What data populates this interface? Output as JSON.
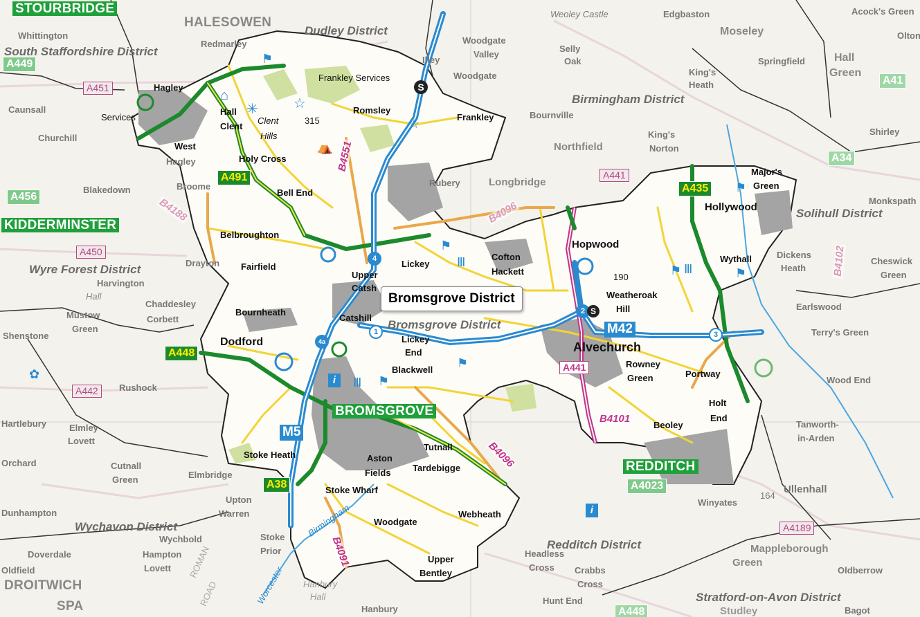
{
  "callout": {
    "text": "Bromsgrove District"
  },
  "districts": [
    {
      "id": "dudley",
      "text": "Dudley District"
    },
    {
      "id": "s-staffs",
      "text": "South Staffordshire District"
    },
    {
      "id": "birmingham",
      "text": "Birmingham District"
    },
    {
      "id": "solihull",
      "text": "Solihull District"
    },
    {
      "id": "wyre-forest",
      "text": "Wyre Forest District"
    },
    {
      "id": "bromsgrove",
      "text": "Bromsgrove District"
    },
    {
      "id": "wychavon",
      "text": "Wychavon District"
    },
    {
      "id": "redditch",
      "text": "Redditch District"
    },
    {
      "id": "stratford",
      "text": "Stratford-on-Avon District"
    }
  ],
  "big_towns": [
    {
      "id": "bromsgrove",
      "text": "BROMSGROVE"
    },
    {
      "id": "kidderminster",
      "text": "KIDDERMINSTER"
    },
    {
      "id": "redditch",
      "text": "REDDITCH"
    },
    {
      "id": "halesowen",
      "text": "HALESOWEN"
    },
    {
      "id": "stourbridge",
      "text": "STOURBRIDGE"
    },
    {
      "id": "droitwich",
      "text": "DROITWICH"
    },
    {
      "id": "spa",
      "text": "SPA"
    }
  ],
  "places": [
    {
      "id": "whittington",
      "text": "Whittington"
    },
    {
      "id": "redmarley",
      "text": "Redmarley"
    },
    {
      "id": "hagley",
      "text": "Hagley"
    },
    {
      "id": "hall",
      "text": "Hall"
    },
    {
      "id": "clent",
      "text": "Clent"
    },
    {
      "id": "clent-hills",
      "text": "Clent"
    },
    {
      "id": "hills",
      "text": "Hills"
    },
    {
      "id": "west-hagley-1",
      "text": "West"
    },
    {
      "id": "west-hagley-2",
      "text": "Hagley"
    },
    {
      "id": "holy-cross",
      "text": "Holy Cross"
    },
    {
      "id": "romsley",
      "text": "Romsley"
    },
    {
      "id": "frankley",
      "text": "Frankley"
    },
    {
      "id": "frankley-services",
      "text": "Frankley Services"
    },
    {
      "id": "woodgate-valley-1",
      "text": "Woodgate"
    },
    {
      "id": "woodgate-valley-2",
      "text": "Valley"
    },
    {
      "id": "woodgate",
      "text": "Woodgate"
    },
    {
      "id": "illey",
      "text": "Illey"
    },
    {
      "id": "selly-oak-1",
      "text": "Selly"
    },
    {
      "id": "selly-oak-2",
      "text": "Oak"
    },
    {
      "id": "weoley-castle",
      "text": "Weoley Castle"
    },
    {
      "id": "edgbaston",
      "text": "Edgbaston"
    },
    {
      "id": "moseley",
      "text": "Moseley"
    },
    {
      "id": "acocks-green",
      "text": "Acock's Green"
    },
    {
      "id": "olton",
      "text": "Olton"
    },
    {
      "id": "kings-heath-1",
      "text": "King's"
    },
    {
      "id": "kings-heath-2",
      "text": "Heath"
    },
    {
      "id": "springfield",
      "text": "Springfield"
    },
    {
      "id": "hall-green-1",
      "text": "Hall"
    },
    {
      "id": "hall-green-2",
      "text": "Green"
    },
    {
      "id": "bournville",
      "text": "Bournville"
    },
    {
      "id": "shirley",
      "text": "Shirley"
    },
    {
      "id": "northfield",
      "text": "Northfield"
    },
    {
      "id": "kings-norton-1",
      "text": "King's"
    },
    {
      "id": "kings-norton-2",
      "text": "Norton"
    },
    {
      "id": "longbridge",
      "text": "Longbridge"
    },
    {
      "id": "rubery",
      "text": "Rubery"
    },
    {
      "id": "majors-green-1",
      "text": "Major's"
    },
    {
      "id": "majors-green-2",
      "text": "Green"
    },
    {
      "id": "hollywood",
      "text": "Hollywood"
    },
    {
      "id": "monkspath",
      "text": "Monkspath"
    },
    {
      "id": "bell-end",
      "text": "Bell End"
    },
    {
      "id": "broome",
      "text": "Broome"
    },
    {
      "id": "blakedown",
      "text": "Blakedown"
    },
    {
      "id": "churchill",
      "text": "Churchill"
    },
    {
      "id": "caunsall",
      "text": "Caunsall"
    },
    {
      "id": "services",
      "text": "Services"
    },
    {
      "id": "belbroughton",
      "text": "Belbroughton"
    },
    {
      "id": "drayton",
      "text": "Drayton"
    },
    {
      "id": "fairfield",
      "text": "Fairfield"
    },
    {
      "id": "harvington",
      "text": "Harvington"
    },
    {
      "id": "hall-2",
      "text": "Hall"
    },
    {
      "id": "chaddesley-1",
      "text": "Chaddesley"
    },
    {
      "id": "chaddesley-2",
      "text": "Corbett"
    },
    {
      "id": "mustow-1",
      "text": "Mustow"
    },
    {
      "id": "mustow-2",
      "text": "Green"
    },
    {
      "id": "shenstone",
      "text": "Shenstone"
    },
    {
      "id": "bournheath",
      "text": "Bournheath"
    },
    {
      "id": "dodford",
      "text": "Dodford"
    },
    {
      "id": "catshill",
      "text": "Catshill"
    },
    {
      "id": "upper-catshill-1",
      "text": "Upper"
    },
    {
      "id": "upper-catshill-2",
      "text": "Catsh"
    },
    {
      "id": "lickey",
      "text": "Lickey"
    },
    {
      "id": "lickey-end-1",
      "text": "Lickey"
    },
    {
      "id": "lickey-end-2",
      "text": "End"
    },
    {
      "id": "cofton-1",
      "text": "Cofton"
    },
    {
      "id": "cofton-2",
      "text": "Hackett"
    },
    {
      "id": "hopwood",
      "text": "Hopwood"
    },
    {
      "id": "weatheroak-1",
      "text": "Weatheroak"
    },
    {
      "id": "weatheroak-2",
      "text": "Hill"
    },
    {
      "id": "wythall",
      "text": "Wythall"
    },
    {
      "id": "dickens-1",
      "text": "Dickens"
    },
    {
      "id": "dickens-2",
      "text": "Heath"
    },
    {
      "id": "cheswick-1",
      "text": "Cheswick"
    },
    {
      "id": "cheswick-2",
      "text": "Green"
    },
    {
      "id": "earlswood",
      "text": "Earlswood"
    },
    {
      "id": "terrys-green",
      "text": "Terry's Green"
    },
    {
      "id": "alvechurch",
      "text": "Alvechurch"
    },
    {
      "id": "rowney-1",
      "text": "Rowney"
    },
    {
      "id": "rowney-2",
      "text": "Green"
    },
    {
      "id": "portway",
      "text": "Portway"
    },
    {
      "id": "wood-end",
      "text": "Wood End"
    },
    {
      "id": "holt-end-1",
      "text": "Holt"
    },
    {
      "id": "holt-end-2",
      "text": "End"
    },
    {
      "id": "beoley",
      "text": "Beoley"
    },
    {
      "id": "tanworth-1",
      "text": "Tanworth-"
    },
    {
      "id": "tanworth-2",
      "text": "in-Arden"
    },
    {
      "id": "ullenhall",
      "text": "Ullenhall"
    },
    {
      "id": "winyates",
      "text": "Winyates"
    },
    {
      "id": "blackwell",
      "text": "Blackwell"
    },
    {
      "id": "rushock",
      "text": "Rushock"
    },
    {
      "id": "hartlebury",
      "text": "Hartlebury"
    },
    {
      "id": "elmley-1",
      "text": "Elmley"
    },
    {
      "id": "elmley-2",
      "text": "Lovett"
    },
    {
      "id": "orchard",
      "text": "Orchard"
    },
    {
      "id": "cutnall-1",
      "text": "Cutnall"
    },
    {
      "id": "cutnall-2",
      "text": "Green"
    },
    {
      "id": "elmbridge",
      "text": "Elmbridge"
    },
    {
      "id": "stoke-heath",
      "text": "Stoke Heath"
    },
    {
      "id": "aston-fields-1",
      "text": "Aston"
    },
    {
      "id": "aston-fields-2",
      "text": "Fields"
    },
    {
      "id": "tutnall",
      "text": "Tutnall"
    },
    {
      "id": "tardebigge",
      "text": "Tardebigge"
    },
    {
      "id": "stoke-wharf",
      "text": "Stoke Wharf"
    },
    {
      "id": "upton-1",
      "text": "Upton"
    },
    {
      "id": "upton-2",
      "text": "Warren"
    },
    {
      "id": "dunhampton",
      "text": "Dunhampton"
    },
    {
      "id": "wychbold",
      "text": "Wychbold"
    },
    {
      "id": "woodgate-s",
      "text": "Woodgate"
    },
    {
      "id": "webheath",
      "text": "Webheath"
    },
    {
      "id": "stoke-prior-1",
      "text": "Stoke"
    },
    {
      "id": "stoke-prior-2",
      "text": "Prior"
    },
    {
      "id": "doverdale",
      "text": "Doverdale"
    },
    {
      "id": "hampton-1",
      "text": "Hampton"
    },
    {
      "id": "hampton-2",
      "text": "Lovett"
    },
    {
      "id": "oldfield",
      "text": "Oldfield"
    },
    {
      "id": "hanbury-hall-1",
      "text": "Hanbury"
    },
    {
      "id": "hanbury-hall-2",
      "text": "Hall"
    },
    {
      "id": "hanbury",
      "text": "Hanbury"
    },
    {
      "id": "upper-bentley-1",
      "text": "Upper"
    },
    {
      "id": "upper-bentley-2",
      "text": "Bentley"
    },
    {
      "id": "headless-1",
      "text": "Headless"
    },
    {
      "id": "headless-2",
      "text": "Cross"
    },
    {
      "id": "crabbs-1",
      "text": "Crabbs"
    },
    {
      "id": "crabbs-2",
      "text": "Cross"
    },
    {
      "id": "hunt-end",
      "text": "Hunt End"
    },
    {
      "id": "mappleborough-1",
      "text": "Mappleborough"
    },
    {
      "id": "mappleborough-2",
      "text": "Green"
    },
    {
      "id": "oldberrow",
      "text": "Oldberrow"
    },
    {
      "id": "studley",
      "text": "Studley"
    },
    {
      "id": "bagot",
      "text": "Bagot"
    },
    {
      "id": "roman",
      "text": "ROMAN"
    },
    {
      "id": "road",
      "text": "ROAD"
    },
    {
      "id": "birmingham-canal",
      "text": "Birmingham"
    },
    {
      "id": "worcester",
      "text": "Worcester"
    }
  ],
  "motorways": [
    {
      "id": "m5",
      "text": "M5"
    },
    {
      "id": "m42",
      "text": "M42"
    }
  ],
  "a_roads": [
    {
      "id": "a491",
      "text": "A491"
    },
    {
      "id": "a435",
      "text": "A435"
    },
    {
      "id": "a456",
      "text": "A456"
    },
    {
      "id": "a449",
      "text": "A449"
    },
    {
      "id": "a34",
      "text": "A34"
    },
    {
      "id": "a41",
      "text": "A41"
    },
    {
      "id": "a448-w",
      "text": "A448"
    },
    {
      "id": "a38",
      "text": "A38"
    },
    {
      "id": "a4023",
      "text": "A4023"
    },
    {
      "id": "a448-s",
      "text": "A448"
    }
  ],
  "a_roads_faint": [
    {
      "id": "a451",
      "text": "A451"
    },
    {
      "id": "a450",
      "text": "A450"
    },
    {
      "id": "a442",
      "text": "A442"
    },
    {
      "id": "a441-n",
      "text": "A441"
    },
    {
      "id": "a441-s",
      "text": "A441"
    },
    {
      "id": "a4189",
      "text": "A4189"
    }
  ],
  "b_roads": [
    {
      "id": "b4551",
      "text": "B4551"
    },
    {
      "id": "b4188",
      "text": "B4188"
    },
    {
      "id": "b4096-n",
      "text": "B4096"
    },
    {
      "id": "b4096-s",
      "text": "B4096"
    },
    {
      "id": "b4101",
      "text": "B4101"
    },
    {
      "id": "b4091",
      "text": "B4091"
    },
    {
      "id": "b4102",
      "text": "B4102"
    }
  ],
  "junctions": [
    {
      "id": "j1",
      "text": "1"
    },
    {
      "id": "j2-m42",
      "text": "2"
    },
    {
      "id": "j3",
      "text": "3"
    },
    {
      "id": "j4",
      "text": "4"
    },
    {
      "id": "j4a",
      "text": "4a"
    }
  ],
  "spot_heights": [
    {
      "id": "h315",
      "text": "315"
    },
    {
      "id": "h190",
      "text": "190"
    },
    {
      "id": "h164",
      "text": "164"
    }
  ],
  "colors": {
    "motorway": "#2a8ad0",
    "primary_road": "#1c8a2c",
    "a_road": "#e8a84b",
    "b_road": "#f2d437",
    "b_road_pink": "#c2338a",
    "urban": "#a4a4a4",
    "woodland": "#cfe0a0",
    "highlight": "#ffffff",
    "background": "#f4f2ec"
  }
}
